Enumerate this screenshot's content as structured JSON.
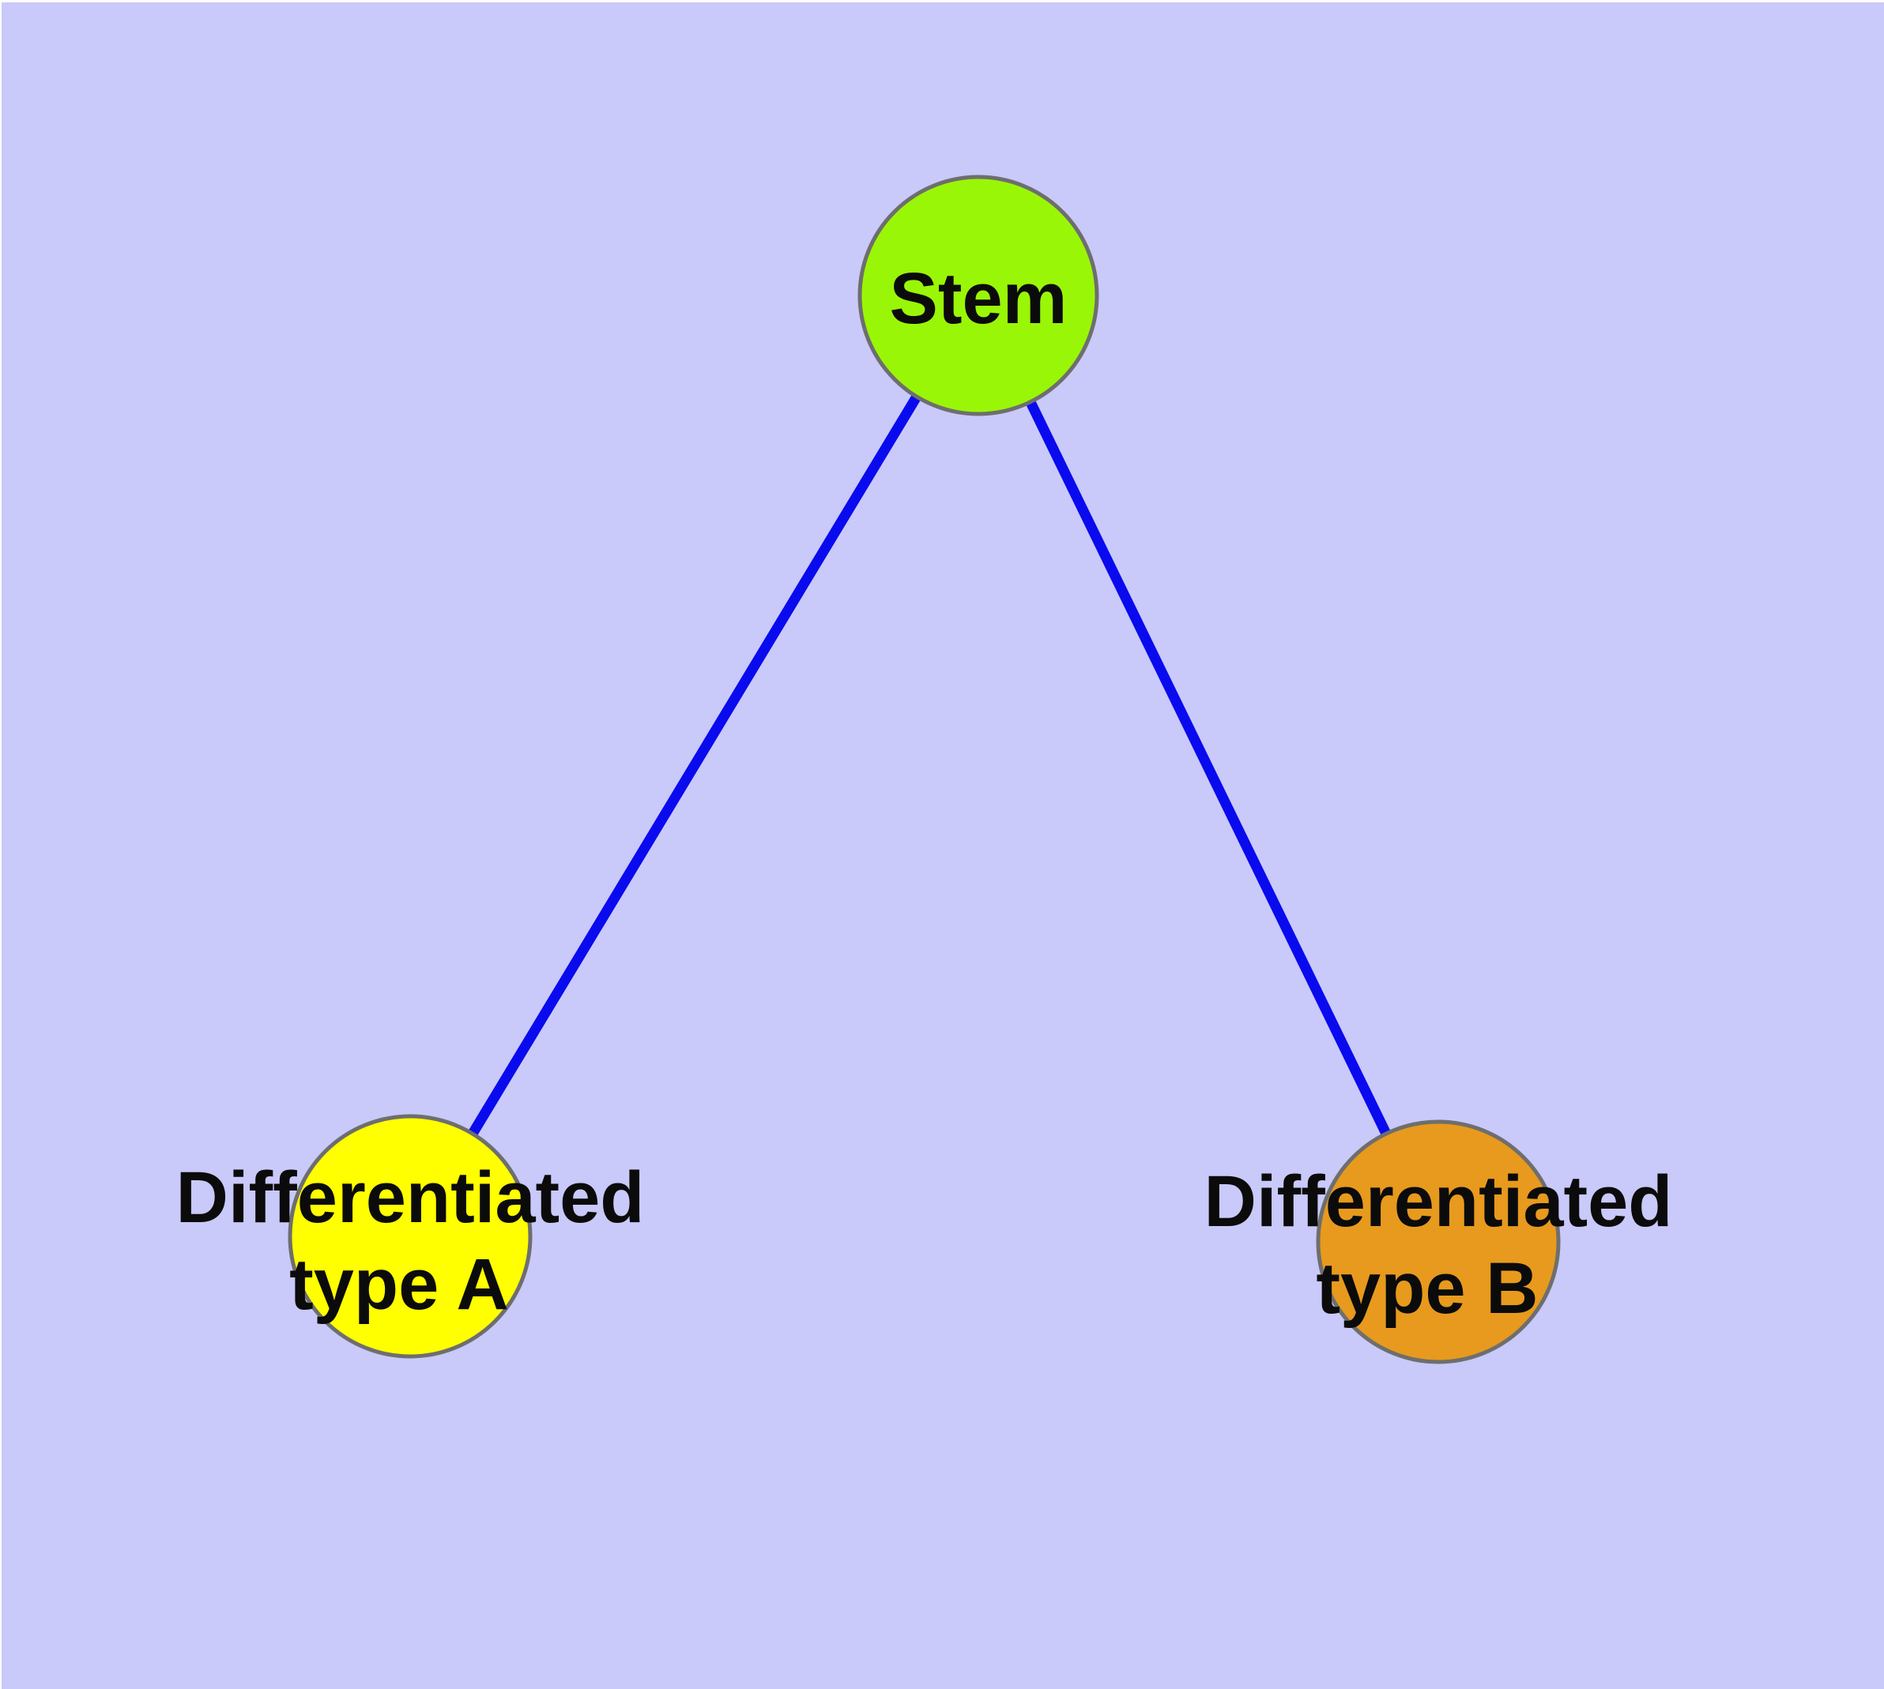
{
  "diagram": {
    "background_color": "#C9C9FA",
    "page_margin_color": "#FFFFFF",
    "node_border_color": "#6E6E6E",
    "edge_color": "#0A0AEF",
    "label_color": "#0B0B0B",
    "nodes": [
      {
        "id": "stem",
        "label": "Stem",
        "fill": "#9AF607"
      },
      {
        "id": "differentiated-type-a",
        "label": "Differentiated type A",
        "line1": "Differentiated",
        "line2": "type A",
        "fill": "#FFFF00"
      },
      {
        "id": "differentiated-type-b",
        "label": "Differentiated type B",
        "line1": "Differentiated",
        "line2": "type B",
        "fill": "#E79A1D"
      }
    ],
    "edges": [
      {
        "from": "Stem",
        "to": "Differentiated type A"
      },
      {
        "from": "Stem",
        "to": "Differentiated type B"
      }
    ]
  }
}
